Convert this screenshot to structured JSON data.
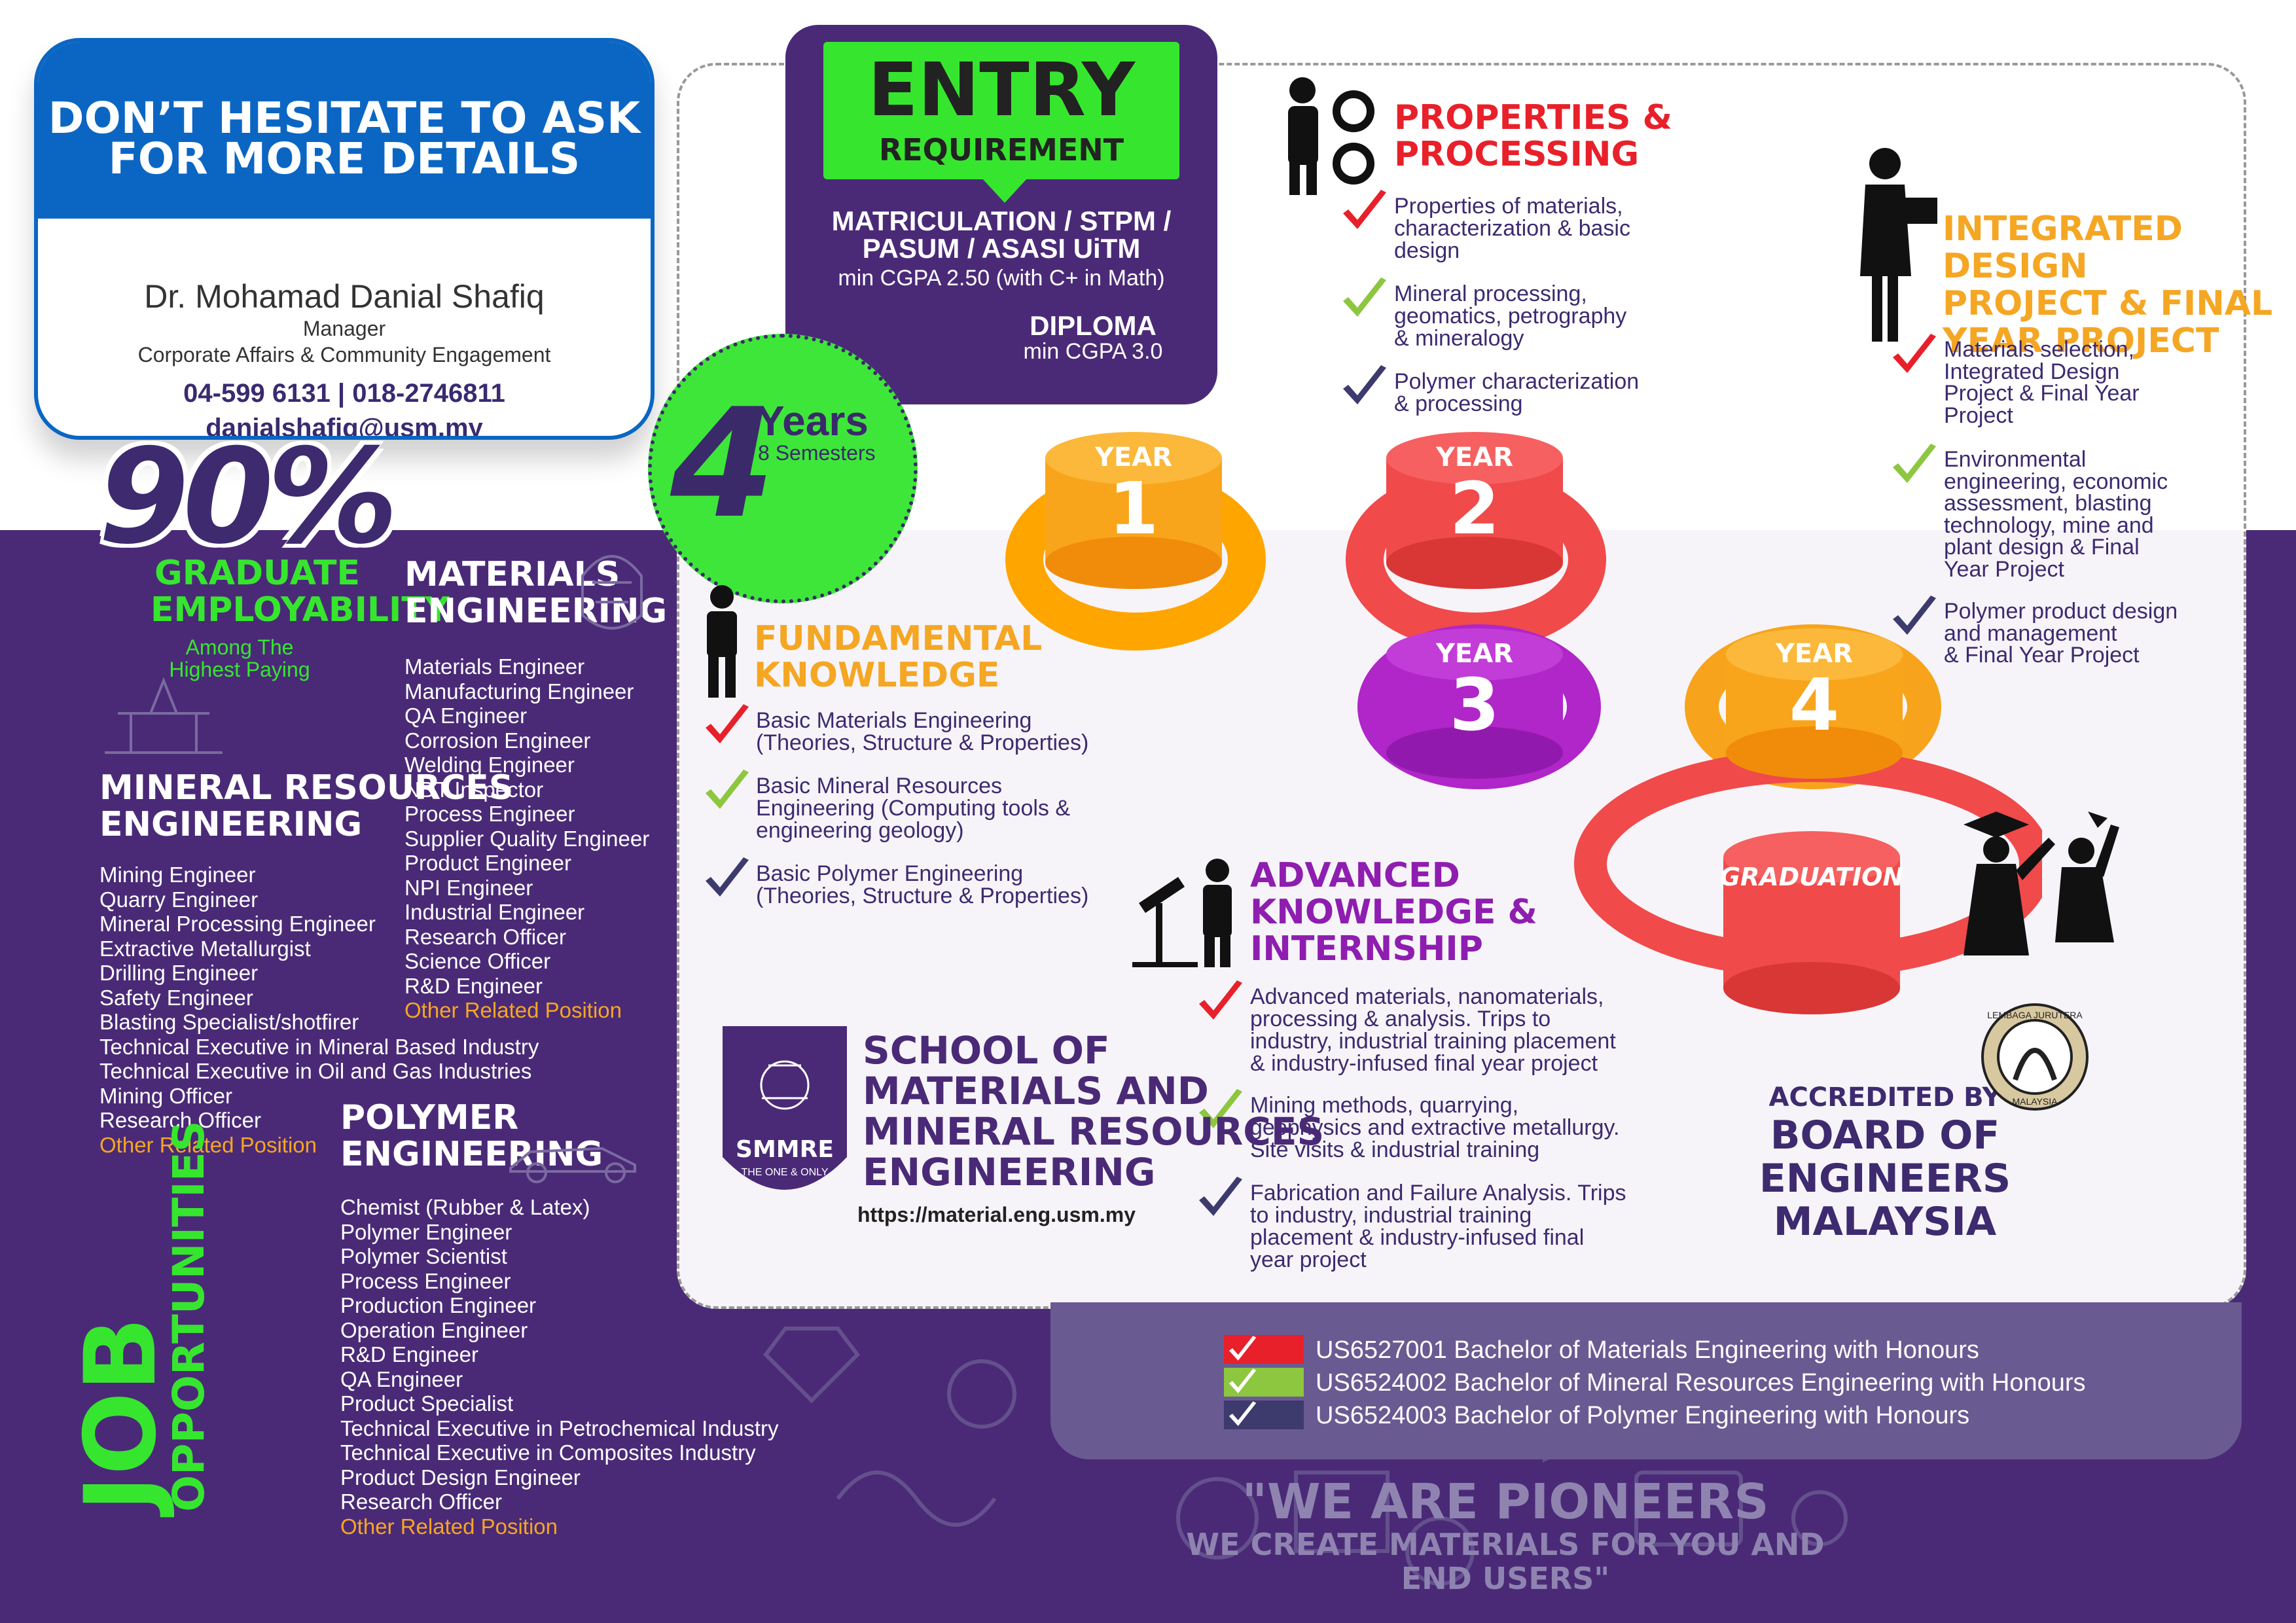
{
  "contact": {
    "heading_line1": "DON’T HESITATE TO ASK",
    "heading_line2": "FOR MORE DETAILS",
    "name": "Dr. Mohamad Danial Shafiq",
    "role": "Manager",
    "department": "Corporate Affairs & Community Engagement",
    "phone": "04-599 6131 | 018-2746811",
    "email": "danialshafiq@usm.my"
  },
  "entry": {
    "title_line1": "ENTRY",
    "title_line2": "REQUIREMENT",
    "qualifications_line1": "MATRICULATION / STPM /",
    "qualifications_line2": "PASUM / ASASI UiTM",
    "cgpa": "min CGPA 2.50 (with C+ in Math)",
    "diploma": "DIPLOMA",
    "diploma_cgpa": "min CGPA 3.0"
  },
  "duration": {
    "number": "4",
    "years": "Years",
    "semesters": "8 Semesters"
  },
  "employability": {
    "percent": "90%",
    "label_line1": "GRADUATE",
    "label_line2": "EMPLOYABILITY",
    "sub_line1": "Among The",
    "sub_line2": "Highest Paying"
  },
  "jobs_title": {
    "line1": "JOB",
    "line2": "OPPORTUNITIES"
  },
  "materials_jobs": {
    "title_line1": "MATERIALS",
    "title_line2": "ENGINEERING",
    "items": [
      "Materials Engineer",
      "Manufacturing Engineer",
      "QA Engineer",
      "Corrosion Engineer",
      "Welding Engineer",
      "NDT Inspector",
      "Process Engineer",
      "Supplier Quality Engineer",
      "Product Engineer",
      "NPI Engineer",
      "Industrial Engineer",
      "Research Officer",
      "Science Officer",
      "R&D Engineer"
    ],
    "other": "Other Related Position"
  },
  "mineral_jobs": {
    "title_line1": "MINERAL RESOURCES",
    "title_line2": "ENGINEERING",
    "items": [
      "Mining Engineer",
      "Quarry Engineer",
      "Mineral Processing Engineer",
      "Extractive Metallurgist",
      "Drilling Engineer",
      "Safety Engineer",
      "Blasting Specialist/shotfirer",
      "Technical Executive in Mineral Based Industry",
      "Technical Executive in Oil and Gas Industries",
      "Mining Officer",
      "Research Officer"
    ],
    "other": "Other Related Position"
  },
  "polymer_jobs": {
    "title_line1": "POLYMER",
    "title_line2": "ENGINEERING",
    "items": [
      "Chemist (Rubber & Latex)",
      "Polymer Engineer",
      "Polymer Scientist",
      "Process Engineer",
      "Production Engineer",
      "Operation Engineer",
      "R&D Engineer",
      "QA Engineer",
      "Product Specialist",
      "Technical Executive in Petrochemical Industry",
      "Technical Executive in Composites Industry",
      "Product Design Engineer",
      "Research Officer"
    ],
    "other": "Other Related Position"
  },
  "fundamental": {
    "title_line1": "FUNDAMENTAL",
    "title_line2": "KNOWLEDGE",
    "items": [
      [
        "Basic Materials Engineering",
        "(Theories, Structure & Properties)"
      ],
      [
        "Basic Mineral Resources",
        "Engineering (Computing tools &",
        "engineering geology)"
      ],
      [
        "Basic Polymer Engineering",
        "(Theories, Structure & Properties)"
      ]
    ]
  },
  "properties": {
    "title_line1": "PROPERTIES &",
    "title_line2": "PROCESSING",
    "items": [
      [
        "Properties of materials,",
        "characterization & basic",
        "design"
      ],
      [
        "Mineral processing,",
        "geomatics, petrography",
        "& mineralogy"
      ],
      [
        "Polymer characterization",
        "& processing"
      ]
    ]
  },
  "integrated": {
    "title_line1": "INTEGRATED DESIGN",
    "title_line2": "PROJECT & FINAL",
    "title_line3": "YEAR PROJECT",
    "items": [
      [
        "Materials selection,",
        "Integrated Design",
        "Project & Final Year",
        "Project"
      ],
      [
        "Environmental",
        "engineering, economic",
        "assessment, blasting",
        "technology, mine and",
        "plant design & Final",
        "Year Project"
      ],
      [
        "Polymer product design",
        "and management",
        "& Final Year Project"
      ]
    ]
  },
  "advanced": {
    "title_line1": "ADVANCED",
    "title_line2": "KNOWLEDGE &",
    "title_line3": "INTERNSHIP",
    "items": [
      [
        "Advanced materials, nanomaterials,",
        "processing & analysis. Trips to",
        "industry, industrial training placement",
        "& industry-infused final year project"
      ],
      [
        "Mining methods, quarrying,",
        "geophysics and extractive metallurgy.",
        "Site visits & industrial training"
      ],
      [
        "Fabrication and Failure Analysis. Trips",
        "to industry, industrial training",
        "placement & industry-infused final",
        "year project"
      ]
    ]
  },
  "years": {
    "y1_word": "YEAR",
    "y1_num": "1",
    "y2_word": "YEAR",
    "y2_num": "2",
    "y3_word": "YEAR",
    "y3_num": "3",
    "y4_word": "YEAR",
    "y4_num": "4",
    "graduation": "GRADUATION"
  },
  "school": {
    "name_line1": "SCHOOL OF",
    "name_line2": "MATERIALS AND",
    "name_line3": "MINERAL RESOURCES",
    "name_line4": "ENGINEERING",
    "url": "https://material.eng.usm.my",
    "logo_text": "SMMRE",
    "logo_tagline": "THE ONE & ONLY"
  },
  "accreditation": {
    "line1": "ACCREDITED BY",
    "line2": "BOARD OF ENGINEERS",
    "line3": "MALAYSIA",
    "seal_top": "LEMBAGA JURUTERA",
    "seal_bottom": "MALAYSIA"
  },
  "programmes": [
    {
      "text": "US6527001 Bachelor of Materials Engineering with Honours",
      "color": "#e8202a"
    },
    {
      "text": "US6524002 Bachelor of Mineral Resources Engineering with Honours",
      "color": "#8dc63f"
    },
    {
      "text": "US6524003 Bachelor of Polymer Engineering with Honours",
      "color": "#3d3a6e"
    }
  ],
  "slogan": {
    "line1": "\"WE ARE PIONEERS",
    "line2": "WE CREATE MATERIALS FOR YOU AND END USERS\""
  },
  "colors": {
    "purple": "#4a2a77",
    "blue": "#0b66c3",
    "green": "#36e62e",
    "orange": "#f5a623",
    "red": "#f04a4a",
    "magenta": "#b026c8",
    "tick_red": "#e8202a",
    "tick_green": "#8dc63f",
    "tick_navy": "#3d3a6e"
  },
  "icons": [
    "engineer-gear-icon",
    "worker-icon",
    "oil-pump-icon",
    "graduates-icon",
    "checkmark-icon",
    "helmet-icon"
  ]
}
